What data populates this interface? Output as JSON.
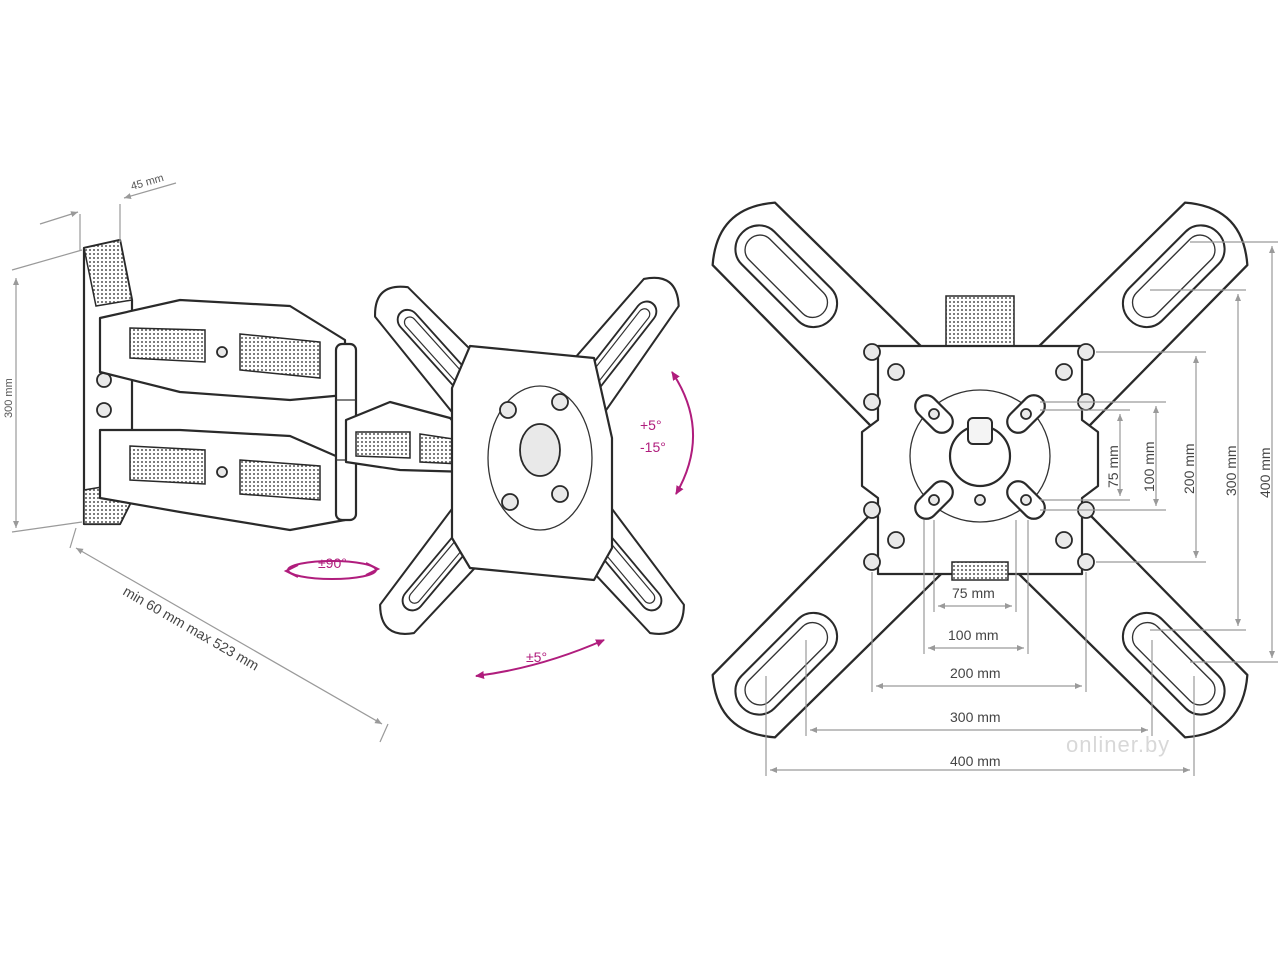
{
  "side_view": {
    "depth_label": "45 mm",
    "height_label": "300 mm",
    "extension_label": "min 60 mm max 523 mm"
  },
  "motion": {
    "tilt_up": "+5°",
    "tilt_down": "-15°",
    "swivel": "±90°",
    "rotate": "±5°"
  },
  "front_view": {
    "horizontal": [
      "75 mm",
      "100 mm",
      "200 mm",
      "300 mm",
      "400 mm"
    ],
    "vertical": [
      "75 mm",
      "100 mm",
      "200 mm",
      "300 mm",
      "400 mm"
    ]
  },
  "watermark": "onliner.by",
  "colors": {
    "accent": "#b01d7d",
    "line": "#2a2a2a",
    "dimension": "#9a9a9a"
  }
}
